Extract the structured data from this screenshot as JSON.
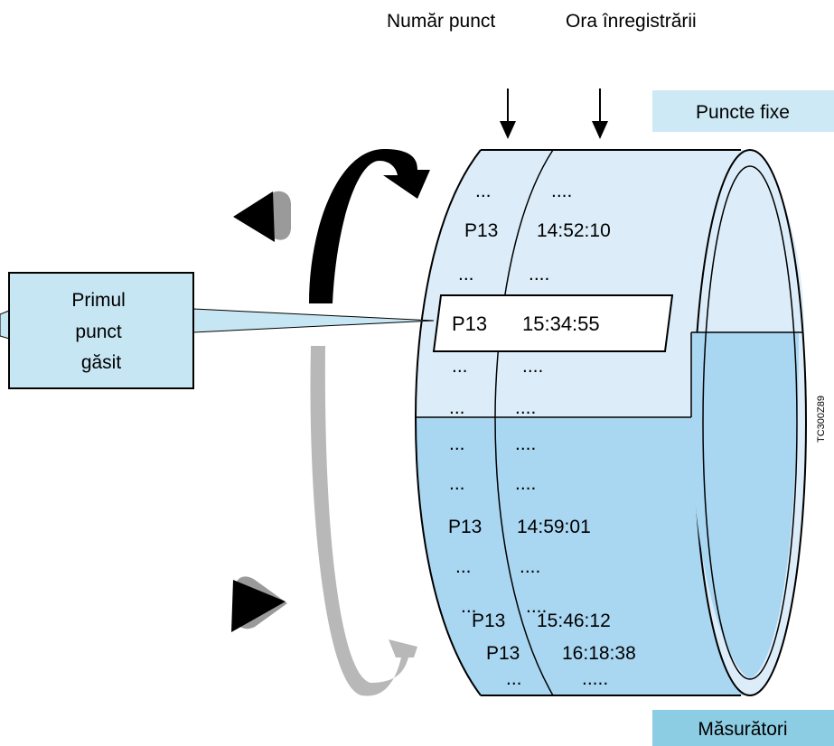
{
  "labels": {
    "point_number": "Număr punct",
    "record_time": "Ora înregistrării",
    "fixed_points": "Puncte fixe",
    "measurements": "Măsurători",
    "first_point": [
      "Primul",
      "punct",
      "găsit"
    ],
    "figure_code": "TC300Z89"
  },
  "colors": {
    "light_band": "#dcedf9",
    "dark_band": "#a9d6f1",
    "callout_fill": "#c7e6f3",
    "label_fill_light": "#cde9f5",
    "label_fill_dark": "#8dcde3",
    "arrow_dark": "#000000",
    "arrow_light": "#b8b8b8"
  },
  "icons": {
    "up": "triangle-up-icon",
    "down": "triangle-down-icon"
  },
  "highlight": {
    "point": "P13",
    "time": "15:34:55"
  },
  "rows": [
    {
      "point": "...",
      "time": "...."
    },
    {
      "point": "P13",
      "time": "14:52:10"
    },
    {
      "point": "...",
      "time": "...."
    },
    {
      "point": "...",
      "time": "...."
    },
    {
      "point": "...",
      "time": "...."
    },
    {
      "point": "...",
      "time": "...."
    },
    {
      "point": "...",
      "time": "...."
    },
    {
      "point": "P13",
      "time": "14:59:01"
    },
    {
      "point": "...",
      "time": "...."
    },
    {
      "point": "...",
      "time": "...."
    },
    {
      "point": "P13",
      "time": "15:46:12"
    },
    {
      "point": "P13",
      "time": "16:18:38"
    },
    {
      "point": "...",
      "time": "....."
    }
  ]
}
